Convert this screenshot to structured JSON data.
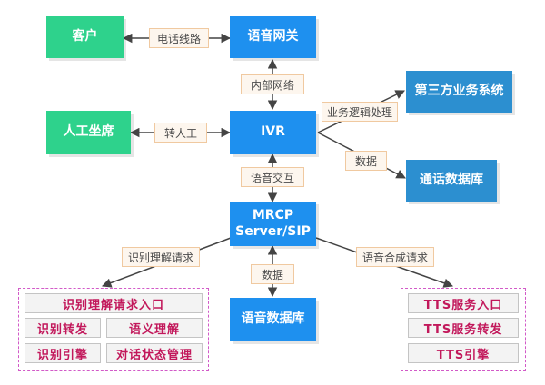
{
  "nodes": {
    "customer": "客户",
    "voice_gateway": "语音网关",
    "human_agent": "人工坐席",
    "ivr": "IVR",
    "third_party": "第三方业务系统",
    "call_db": "通话数据库",
    "mrcp_line1": "MRCP",
    "mrcp_line2": "Server/SIP",
    "voice_db": "语音数据库"
  },
  "edges": {
    "phone_line": "电话线路",
    "internal_network": "内部网络",
    "transfer": "转人工",
    "business_logic": "业务逻辑处理",
    "data_ivr": "数据",
    "voice_interaction": "语音交互",
    "recognition_request": "识别理解请求",
    "synthesis_request": "语音合成请求",
    "data_mrcp": "数据"
  },
  "asr_group": {
    "entry": "识别理解请求入口",
    "forward": "识别转发",
    "semantic": "语义理解",
    "engine": "识别引擎",
    "dialog_state": "对话状态管理"
  },
  "tts_group": {
    "entry": "TTS服务入口",
    "forward": "TTS服务转发",
    "engine": "TTS引擎"
  },
  "colors": {
    "green": "#2ed28c",
    "blue": "#1e90ef",
    "steel": "#2c8fd0",
    "arrow": "#444444",
    "group_border": "#d25ac8",
    "group_text": "#c2185b"
  }
}
